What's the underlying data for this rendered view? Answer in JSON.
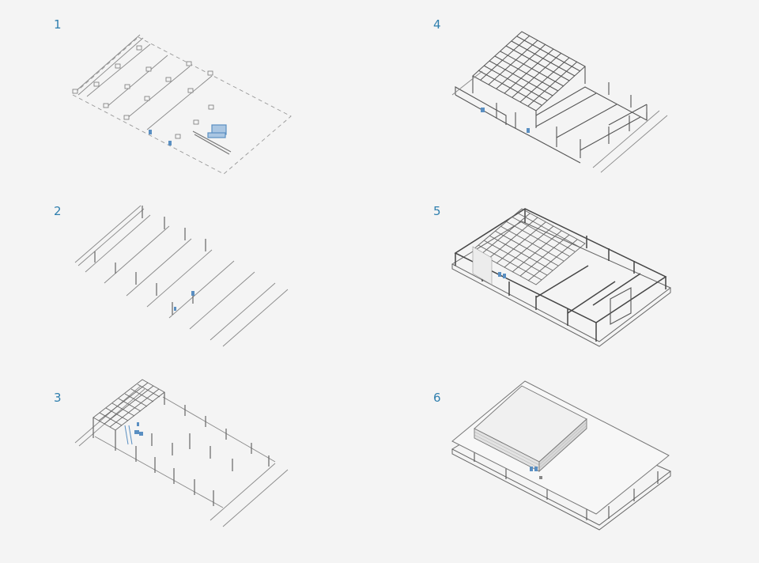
{
  "colors": {
    "background": "#f4f4f4",
    "linework": "#555555",
    "light_line": "#999999",
    "accent_blue": "#2f7fae",
    "figure_blue": "#5a8fc2"
  },
  "steps": [
    {
      "number": "1"
    },
    {
      "number": "2"
    },
    {
      "number": "3"
    },
    {
      "number": "4"
    },
    {
      "number": "5"
    },
    {
      "number": "6"
    }
  ]
}
